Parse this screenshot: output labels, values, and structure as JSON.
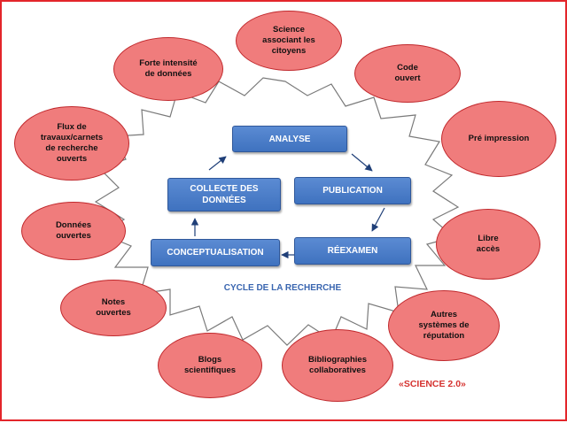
{
  "process": {
    "analyse": "ANALYSE",
    "publication": "PUBLICATION",
    "collecte": "COLLECTE DES\nDONNÉES",
    "conceptualisation": "CONCEPTUALISATION",
    "reexamen": "RÉEXAMEN"
  },
  "cycle_title": "CYCLE DE LA RECHERCHE",
  "bubbles": {
    "science_citoyens": "Science\nassociant les\ncitoyens",
    "forte_intensite": "Forte intensité\nde données",
    "code_ouvert": "Code\nouvert",
    "flux_travaux": "Flux de\ntravaux/carnets\nde recherche\nouverts",
    "pre_impression": "Pré impression",
    "donnees_ouvertes": "Données\nouvertes",
    "libre_acces": "Libre\naccès",
    "notes_ouvertes": "Notes\nouvertes",
    "reputation": "Autres\nsystèmes de\nréputation",
    "blogs": "Blogs\nscientifiques",
    "bibliographies": "Bibliographies\ncollaboratives"
  },
  "brand": "«SCIENCE 2.0»",
  "colors": {
    "frame": "#e3262b",
    "bubble_fill": "#f07c7c",
    "bubble_border": "#c0282c",
    "box_fill": "#4a7cc7",
    "title_text": "#3a66b0",
    "brand_text": "#d5322f"
  }
}
